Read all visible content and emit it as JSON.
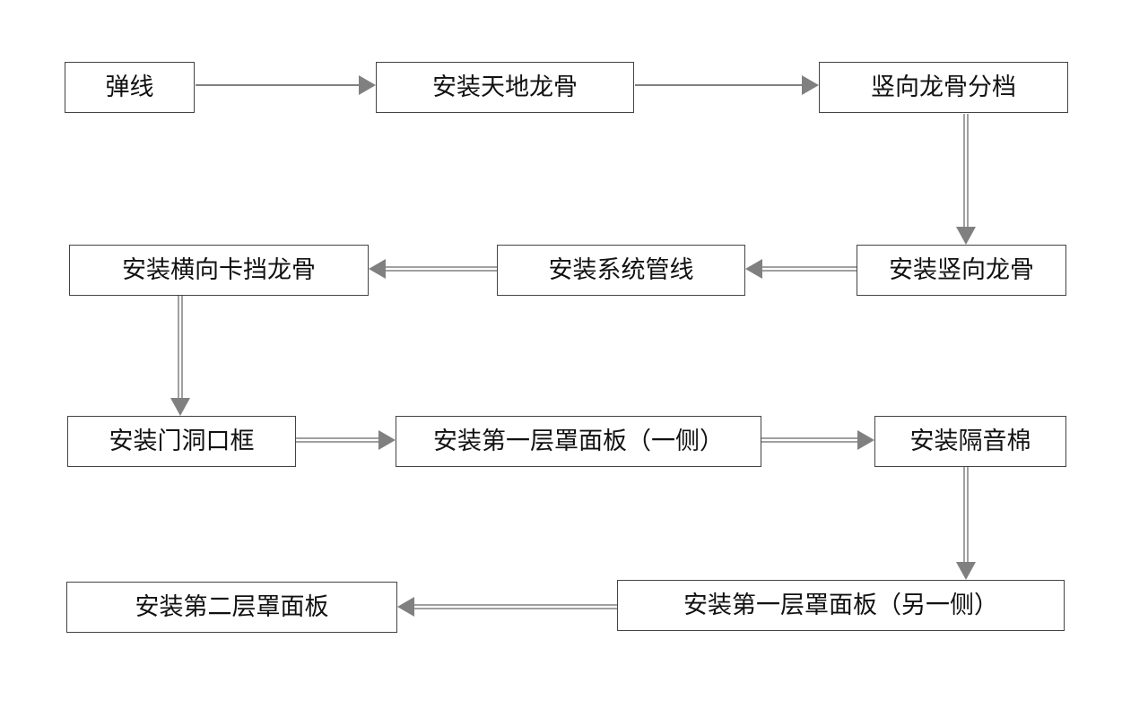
{
  "flowchart": {
    "steps": [
      {
        "id": "s1",
        "label": "弹线"
      },
      {
        "id": "s2",
        "label": "安装天地龙骨"
      },
      {
        "id": "s3",
        "label": "竖向龙骨分档"
      },
      {
        "id": "s4",
        "label": "安装竖向龙骨"
      },
      {
        "id": "s5",
        "label": "安装系统管线"
      },
      {
        "id": "s6",
        "label": "安装横向卡挡龙骨"
      },
      {
        "id": "s7",
        "label": "安装门洞口框"
      },
      {
        "id": "s8",
        "label": "安装第一层罩面板（一侧）"
      },
      {
        "id": "s9",
        "label": "安装隔音棉"
      },
      {
        "id": "s10",
        "label": "安装第一层罩面板（另一侧）"
      },
      {
        "id": "s11",
        "label": "安装第二层罩面板"
      }
    ],
    "connections": [
      {
        "from": "s1",
        "to": "s2"
      },
      {
        "from": "s2",
        "to": "s3"
      },
      {
        "from": "s3",
        "to": "s4"
      },
      {
        "from": "s4",
        "to": "s5"
      },
      {
        "from": "s5",
        "to": "s6"
      },
      {
        "from": "s6",
        "to": "s7"
      },
      {
        "from": "s7",
        "to": "s8"
      },
      {
        "from": "s8",
        "to": "s9"
      },
      {
        "from": "s9",
        "to": "s10"
      },
      {
        "from": "s10",
        "to": "s11"
      }
    ],
    "colors": {
      "box_border": "#444444",
      "box_fill": "#ffffff",
      "text": "#111111",
      "arrow": "#808080"
    }
  }
}
